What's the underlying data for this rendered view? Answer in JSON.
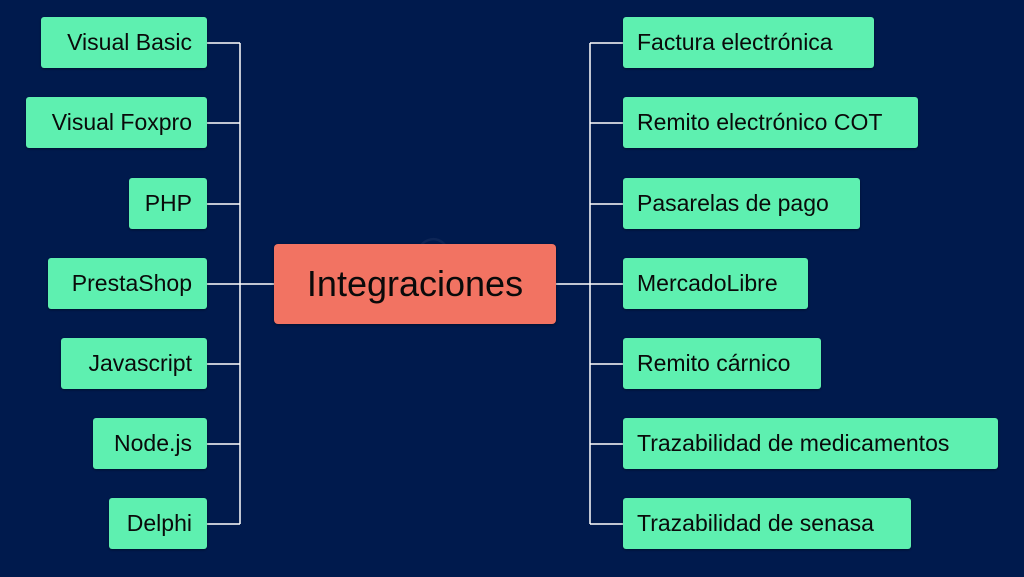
{
  "center": {
    "label": "Integraciones",
    "color": "#f27362"
  },
  "node_color": "#5ef0b0",
  "line_color": "#ffffff",
  "left_nodes": [
    {
      "label": "Visual Basic"
    },
    {
      "label": "Visual Foxpro"
    },
    {
      "label": "PHP"
    },
    {
      "label": "PrestaShop"
    },
    {
      "label": "Javascript"
    },
    {
      "label": "Node.js"
    },
    {
      "label": "Delphi"
    }
  ],
  "right_nodes": [
    {
      "label": "Factura electrónica"
    },
    {
      "label": "Remito electrónico COT"
    },
    {
      "label": "Pasarelas de pago"
    },
    {
      "label": "MercadoLibre"
    },
    {
      "label": "Remito cárnico"
    },
    {
      "label": "Trazabilidad de medicamentos"
    },
    {
      "label": "Trazabilidad de senasa"
    }
  ]
}
